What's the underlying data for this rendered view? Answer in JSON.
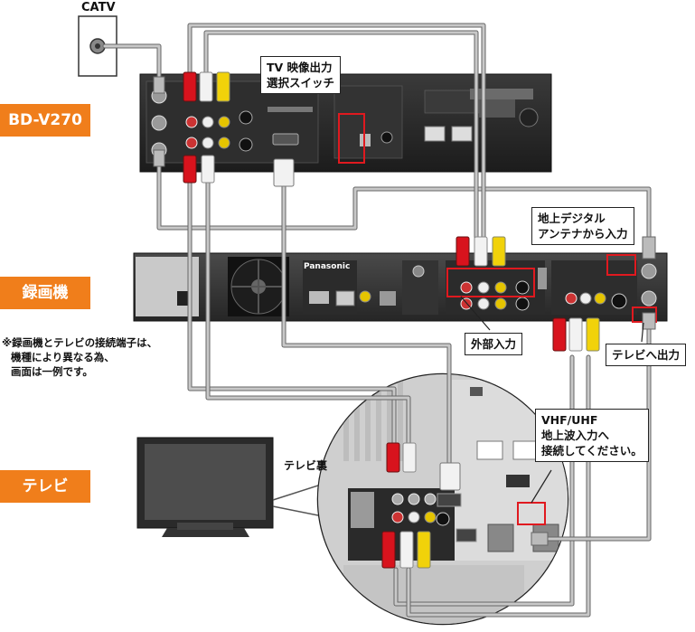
{
  "labels": {
    "catv": "CATV",
    "device_bd": "BD-V270",
    "device_recorder": "録画機",
    "device_tv": "テレビ",
    "tv_back": "テレビ裏",
    "tv_output_switch": [
      "TV 映像出力",
      "選択スイッチ"
    ],
    "digital_antenna_in": [
      "地上デジタル",
      "アンテナから入力"
    ],
    "external_input": "外部入力",
    "output_to_tv": "テレビへ出力",
    "vhf_uhf_input": [
      "VHF/UHF",
      "地上波入力へ",
      "接続してください。"
    ],
    "note": [
      "※録画機とテレビの接続端子は、",
      "機種により異なる為、",
      "画面は一例です。"
    ],
    "brand_panasonic": "Panasonic"
  },
  "colors": {
    "tag_orange": "#f07e1b",
    "red_plug": "#d8131d",
    "white_plug": "#f2f2f2",
    "yellow_plug": "#f1d20a",
    "highlight_red": "#e0191f",
    "cable_gray": "#9a9a9a",
    "device_dark": "#2a2a2a"
  }
}
